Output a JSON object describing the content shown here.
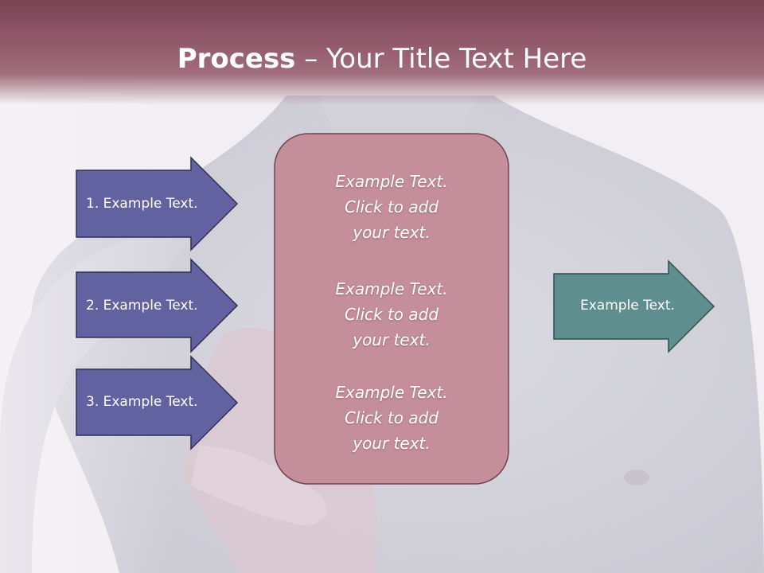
{
  "slide": {
    "title_bold": "Process",
    "title_rest": " – Your Title Text Here"
  },
  "left_arrows": [
    {
      "label": "1. Example Text."
    },
    {
      "label": "2. Example Text."
    },
    {
      "label": "3. Example Text."
    }
  ],
  "center_box": {
    "blocks": [
      {
        "line1": "Example Text.",
        "line2": "Click  to add",
        "line3": "your text."
      },
      {
        "line1": "Example Text.",
        "line2": "Click  to add",
        "line3": "your text."
      },
      {
        "line1": "Example Text.",
        "line2": "Click  to add",
        "line3": "your text."
      }
    ]
  },
  "right_arrow": {
    "label": "Example Text."
  },
  "colors": {
    "header": "#8c5466",
    "left_arrow_fill": "#6262a0",
    "center_box_fill": "#c48e9b",
    "right_arrow_fill": "#5e8e8e"
  }
}
